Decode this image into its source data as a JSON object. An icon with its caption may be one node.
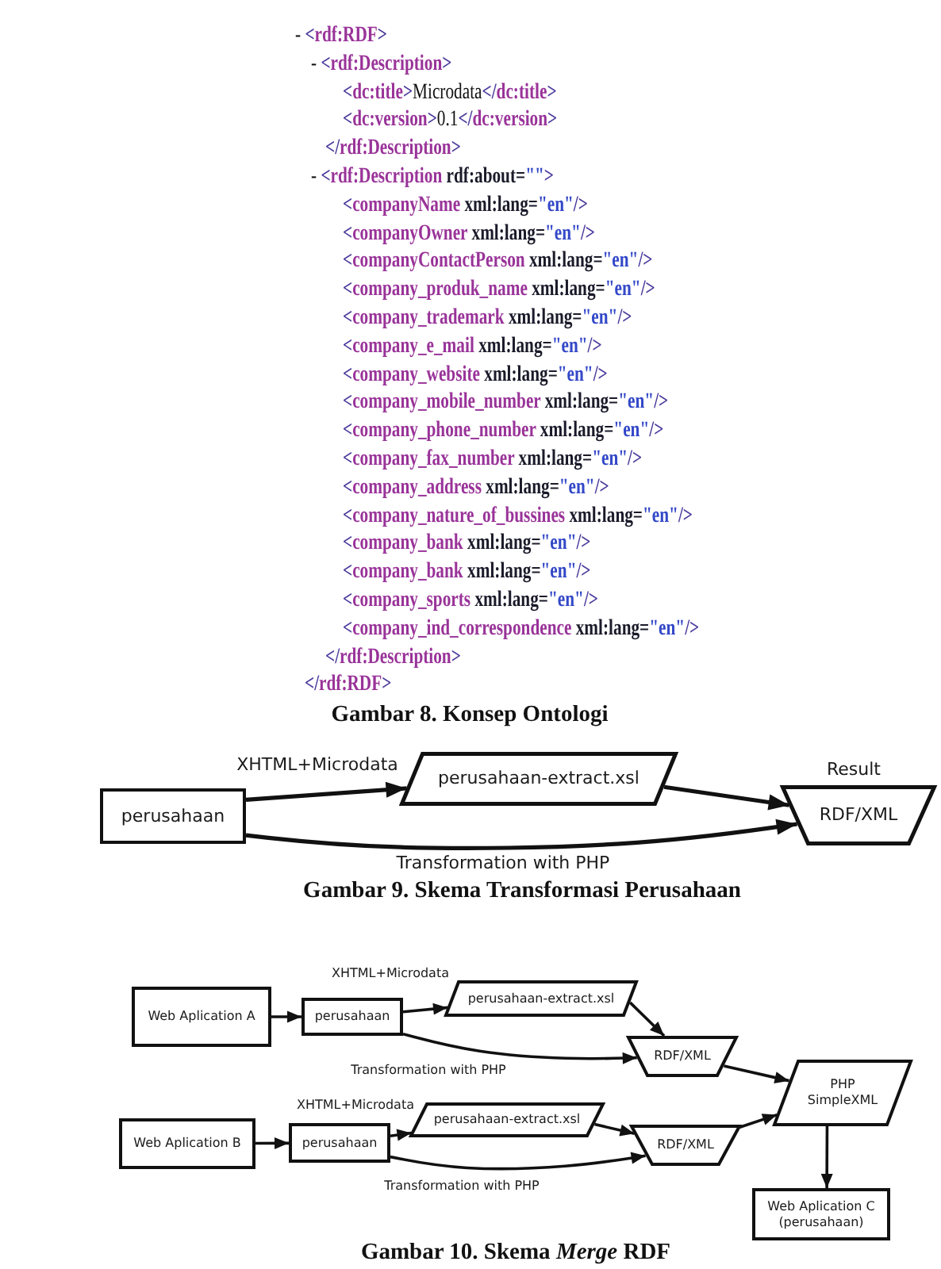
{
  "diagram": {
    "nodes": [
      {
        "text": [
          "perusahaan"
        ]
      },
      {
        "text": [
          "perusahaan-extract.xsl"
        ]
      },
      {
        "text": [
          "RDF/XML"
        ],
        "beside": [
          "Result"
        ]
      },
      {
        "text": [
          "Web Aplication A"
        ]
      },
      {
        "text": [
          "perusahaan"
        ]
      },
      {
        "text": [
          "perusahaan-extract.xsl"
        ]
      },
      {
        "text": [
          "RDF/XML"
        ]
      },
      {
        "text": [
          "PHP SimpleXML"
        ]
      },
      {
        "text": [
          "Web Aplication B"
        ]
      },
      {
        "text": [
          "perusahaan"
        ]
      },
      {
        "text": [
          "perusahaan-extract.xsl"
        ]
      },
      {
        "text": [
          "RDF/XML"
        ]
      },
      {
        "text": [
          "Web Aplication C (perusahaan)"
        ]
      }
    ],
    "edges": [
      {
        "from": 0,
        "to": 1,
        "arrow": "to",
        "label": "XHTML+Microdata"
      },
      {
        "from": 1,
        "to": 2,
        "arrow": "to"
      },
      {
        "from": 0,
        "to": 2,
        "arrow": "to",
        "label": "Transformation with PHP"
      },
      {
        "from": 3,
        "to": 4,
        "arrow": "to"
      },
      {
        "from": 4,
        "to": 5,
        "arrow": "to",
        "label": "XHTML+Microdata"
      },
      {
        "from": 4,
        "to": 6,
        "arrow": "to",
        "label": "Transformation with PHP"
      },
      {
        "from": 5,
        "to": 6,
        "arrow": "to"
      },
      {
        "from": 6,
        "to": 7,
        "arrow": "to"
      },
      {
        "from": 8,
        "to": 9,
        "arrow": "to"
      },
      {
        "from": 9,
        "to": 10,
        "arrow": "to",
        "label": "XHTML+Microdata"
      },
      {
        "from": 9,
        "to": 11,
        "arrow": "to",
        "label": "Transformation with PHP"
      },
      {
        "from": 10,
        "to": 11,
        "arrow": "to"
      },
      {
        "from": 11,
        "to": 7,
        "arrow": "to"
      },
      {
        "from": 7,
        "to": 12,
        "arrow": "to"
      }
    ],
    "labels": [
      "- <rdf:RDF>",
      "- <rdf:Description>",
      "<dc:title>Microdata</dc:title>",
      "<dc:version>0.1</dc:version>",
      "</rdf:Description>",
      "- <rdf:Description rdf:about=\"\">",
      "<companyName xml:lang=\"en\"/>",
      "<companyOwner xml:lang=\"en\"/>",
      "<companyContactPerson xml:lang=\"en\"/>",
      "<company_produk_name xml:lang=\"en\"/>",
      "<company_trademark xml:lang=\"en\"/>",
      "<company_e_mail xml:lang=\"en\"/>",
      "<company_website xml:lang=\"en\"/>",
      "<company_mobile_number xml:lang=\"en\"/>",
      "<company_phone_number xml:lang=\"en\"/>",
      "<company_fax_number xml:lang=\"en\"/>",
      "<company_address xml:lang=\"en\"/>",
      "<company_nature_of_bussines xml:lang=\"en\"/>",
      "<company_bank xml:lang=\"en\"/>",
      "<company_bank xml:lang=\"en\"/>",
      "<company_sports xml:lang=\"en\"/>",
      "<company_ind_correspondence xml:lang=\"en\"/>",
      "</rdf:Description>",
      "</rdf:RDF>",
      "Gambar 8. Konsep Ontologi",
      "Gambar 9. Skema Transformasi Perusahaan",
      "Gambar 10. Skema *Merge* RDF"
    ]
  }
}
